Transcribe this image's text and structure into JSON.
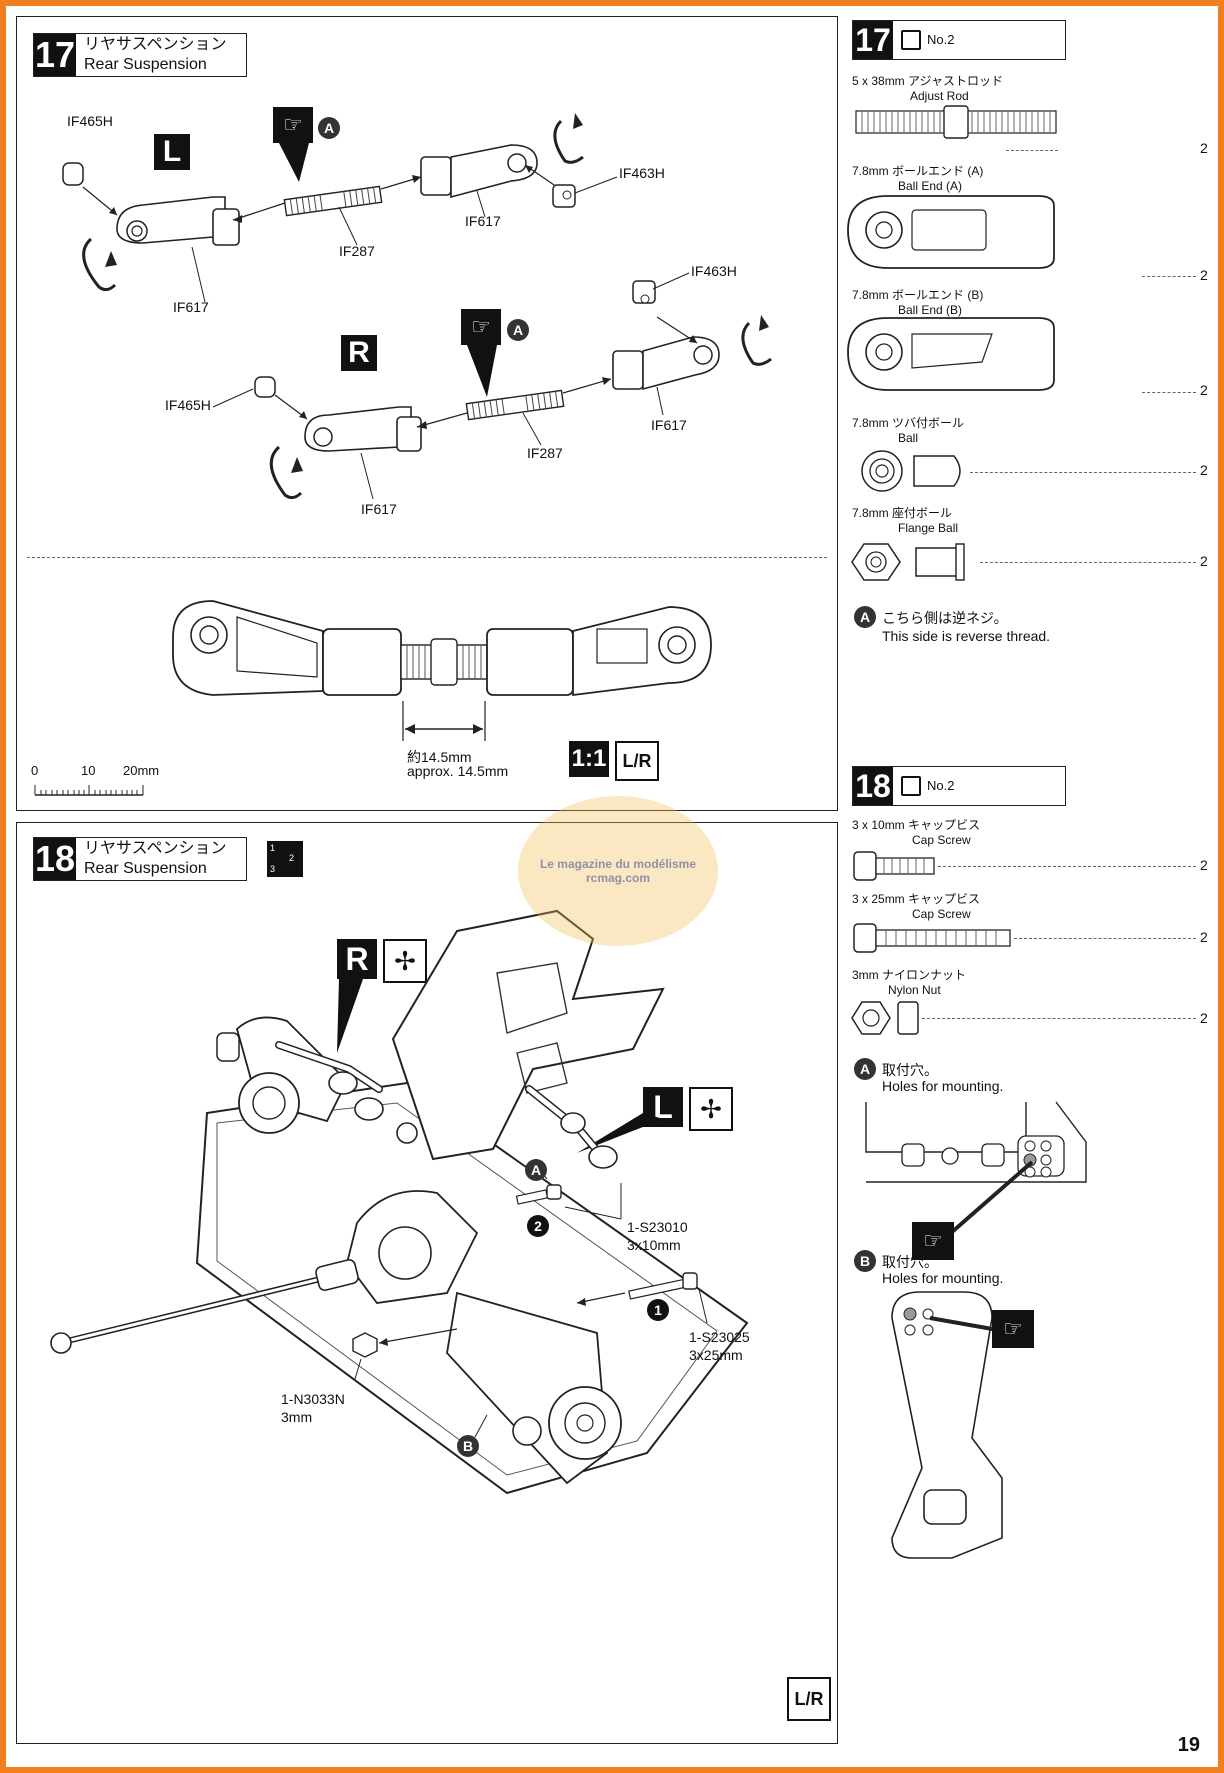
{
  "step17": {
    "number": "17",
    "title_jp": "リヤサスペンション",
    "title_en": "Rear Suspension",
    "side_left": "L",
    "side_right": "R",
    "marker_a": "A",
    "parts_left": {
      "ball_top": "IF465H",
      "rod": "IF287",
      "end_left": "IF617",
      "end_right": "IF617",
      "ball_nut": "IF463H"
    },
    "parts_right": {
      "ball_top": "IF465H",
      "rod": "IF287",
      "end_left": "IF617",
      "end_right": "IF617",
      "ball_nut": "IF463H"
    },
    "measure_jp": "約14.5mm",
    "measure_en": "approx. 14.5mm",
    "scale_ticks": [
      "0",
      "10",
      "20mm"
    ],
    "scale_badge": "1:1",
    "lr_badge": "L/R"
  },
  "parts17": {
    "number": "17",
    "bag": "No.2",
    "items": [
      {
        "size": "5 x 38mm",
        "jp": "アジャストロッド",
        "en": "Adjust Rod",
        "qty": "2"
      },
      {
        "size": "7.8mm",
        "jp": "ボールエンド (A)",
        "en": "Ball End (A)",
        "qty": "2"
      },
      {
        "size": "7.8mm",
        "jp": "ボールエンド (B)",
        "en": "Ball End (B)",
        "qty": "2"
      },
      {
        "size": "7.8mm",
        "jp": "ツバ付ボール",
        "en": "Ball",
        "qty": "2"
      },
      {
        "size": "7.8mm",
        "jp": "座付ボール",
        "en": "Flange Ball",
        "qty": "2"
      }
    ],
    "note_marker": "A",
    "note_jp": "こちら側は逆ネジ。",
    "note_en": "This side is reverse thread."
  },
  "step18": {
    "number": "18",
    "title_jp": "リヤサスペンション",
    "title_en": "Rear Suspension",
    "side_left": "L",
    "side_right": "R",
    "marker_a": "A",
    "marker_b": "B",
    "step1": "1",
    "step2": "2",
    "seq_1": "1",
    "seq_2": "2",
    "seq_3": "3",
    "screw_short_code": "1-S23010",
    "screw_short_size": "3x10mm",
    "screw_long_code": "1-S23025",
    "screw_long_size": "3x25mm",
    "nut_code": "1-N3033N",
    "nut_size": "3mm",
    "lr_badge": "L/R"
  },
  "parts18": {
    "number": "18",
    "bag": "No.2",
    "items": [
      {
        "size": "3 x 10mm",
        "jp": "キャップビス",
        "en": "Cap Screw",
        "qty": "2"
      },
      {
        "size": "3 x 25mm",
        "jp": "キャップビス",
        "en": "Cap Screw",
        "qty": "2"
      },
      {
        "size": "3mm",
        "jp": "ナイロンナット",
        "en": "Nylon Nut",
        "qty": "2"
      }
    ],
    "note_a_marker": "A",
    "note_a_jp": "取付穴。",
    "note_a_en": "Holes for mounting.",
    "note_b_marker": "B",
    "note_b_jp": "取付穴。",
    "note_b_en": "Holes for mounting."
  },
  "watermark": "Le magazine du modélisme  rcmag.com",
  "page_number": "19"
}
